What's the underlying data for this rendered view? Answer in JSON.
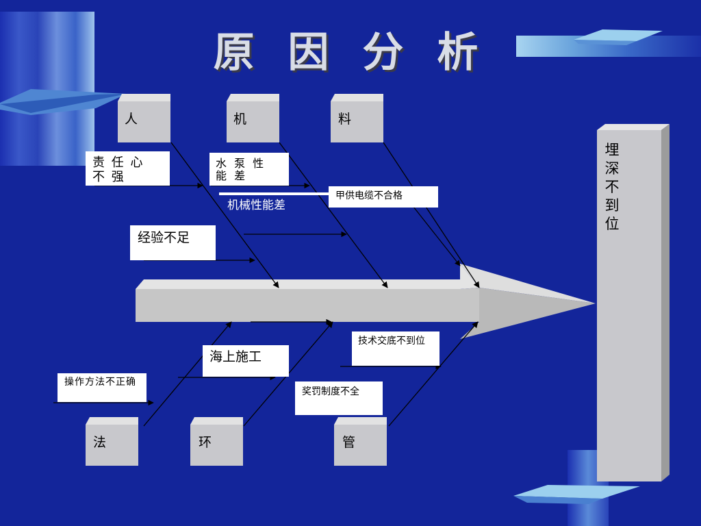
{
  "title": "原 因 分 析",
  "effect": "埋深不到位",
  "categories": {
    "ren": "人",
    "ji": "机",
    "liao": "料",
    "fa": "法",
    "huan": "环",
    "guan": "管"
  },
  "causes": {
    "zeren": "责 任 心 不 强",
    "shuibeng": "水 泵 性 能 差",
    "jixie": "机械性能差",
    "dianlan": "甲供电缆不合格",
    "jingyan": "经验不足",
    "jishu": "技术交底不到位",
    "haishang": "海上施工",
    "caozuo": "操作方法不正确",
    "jiangfa": "奖罚制度不全"
  },
  "colors": {
    "background": "#13259a",
    "spine": "#c8c8c8",
    "cause_box": "#ffffff",
    "category_box": "#c8c8cc"
  }
}
